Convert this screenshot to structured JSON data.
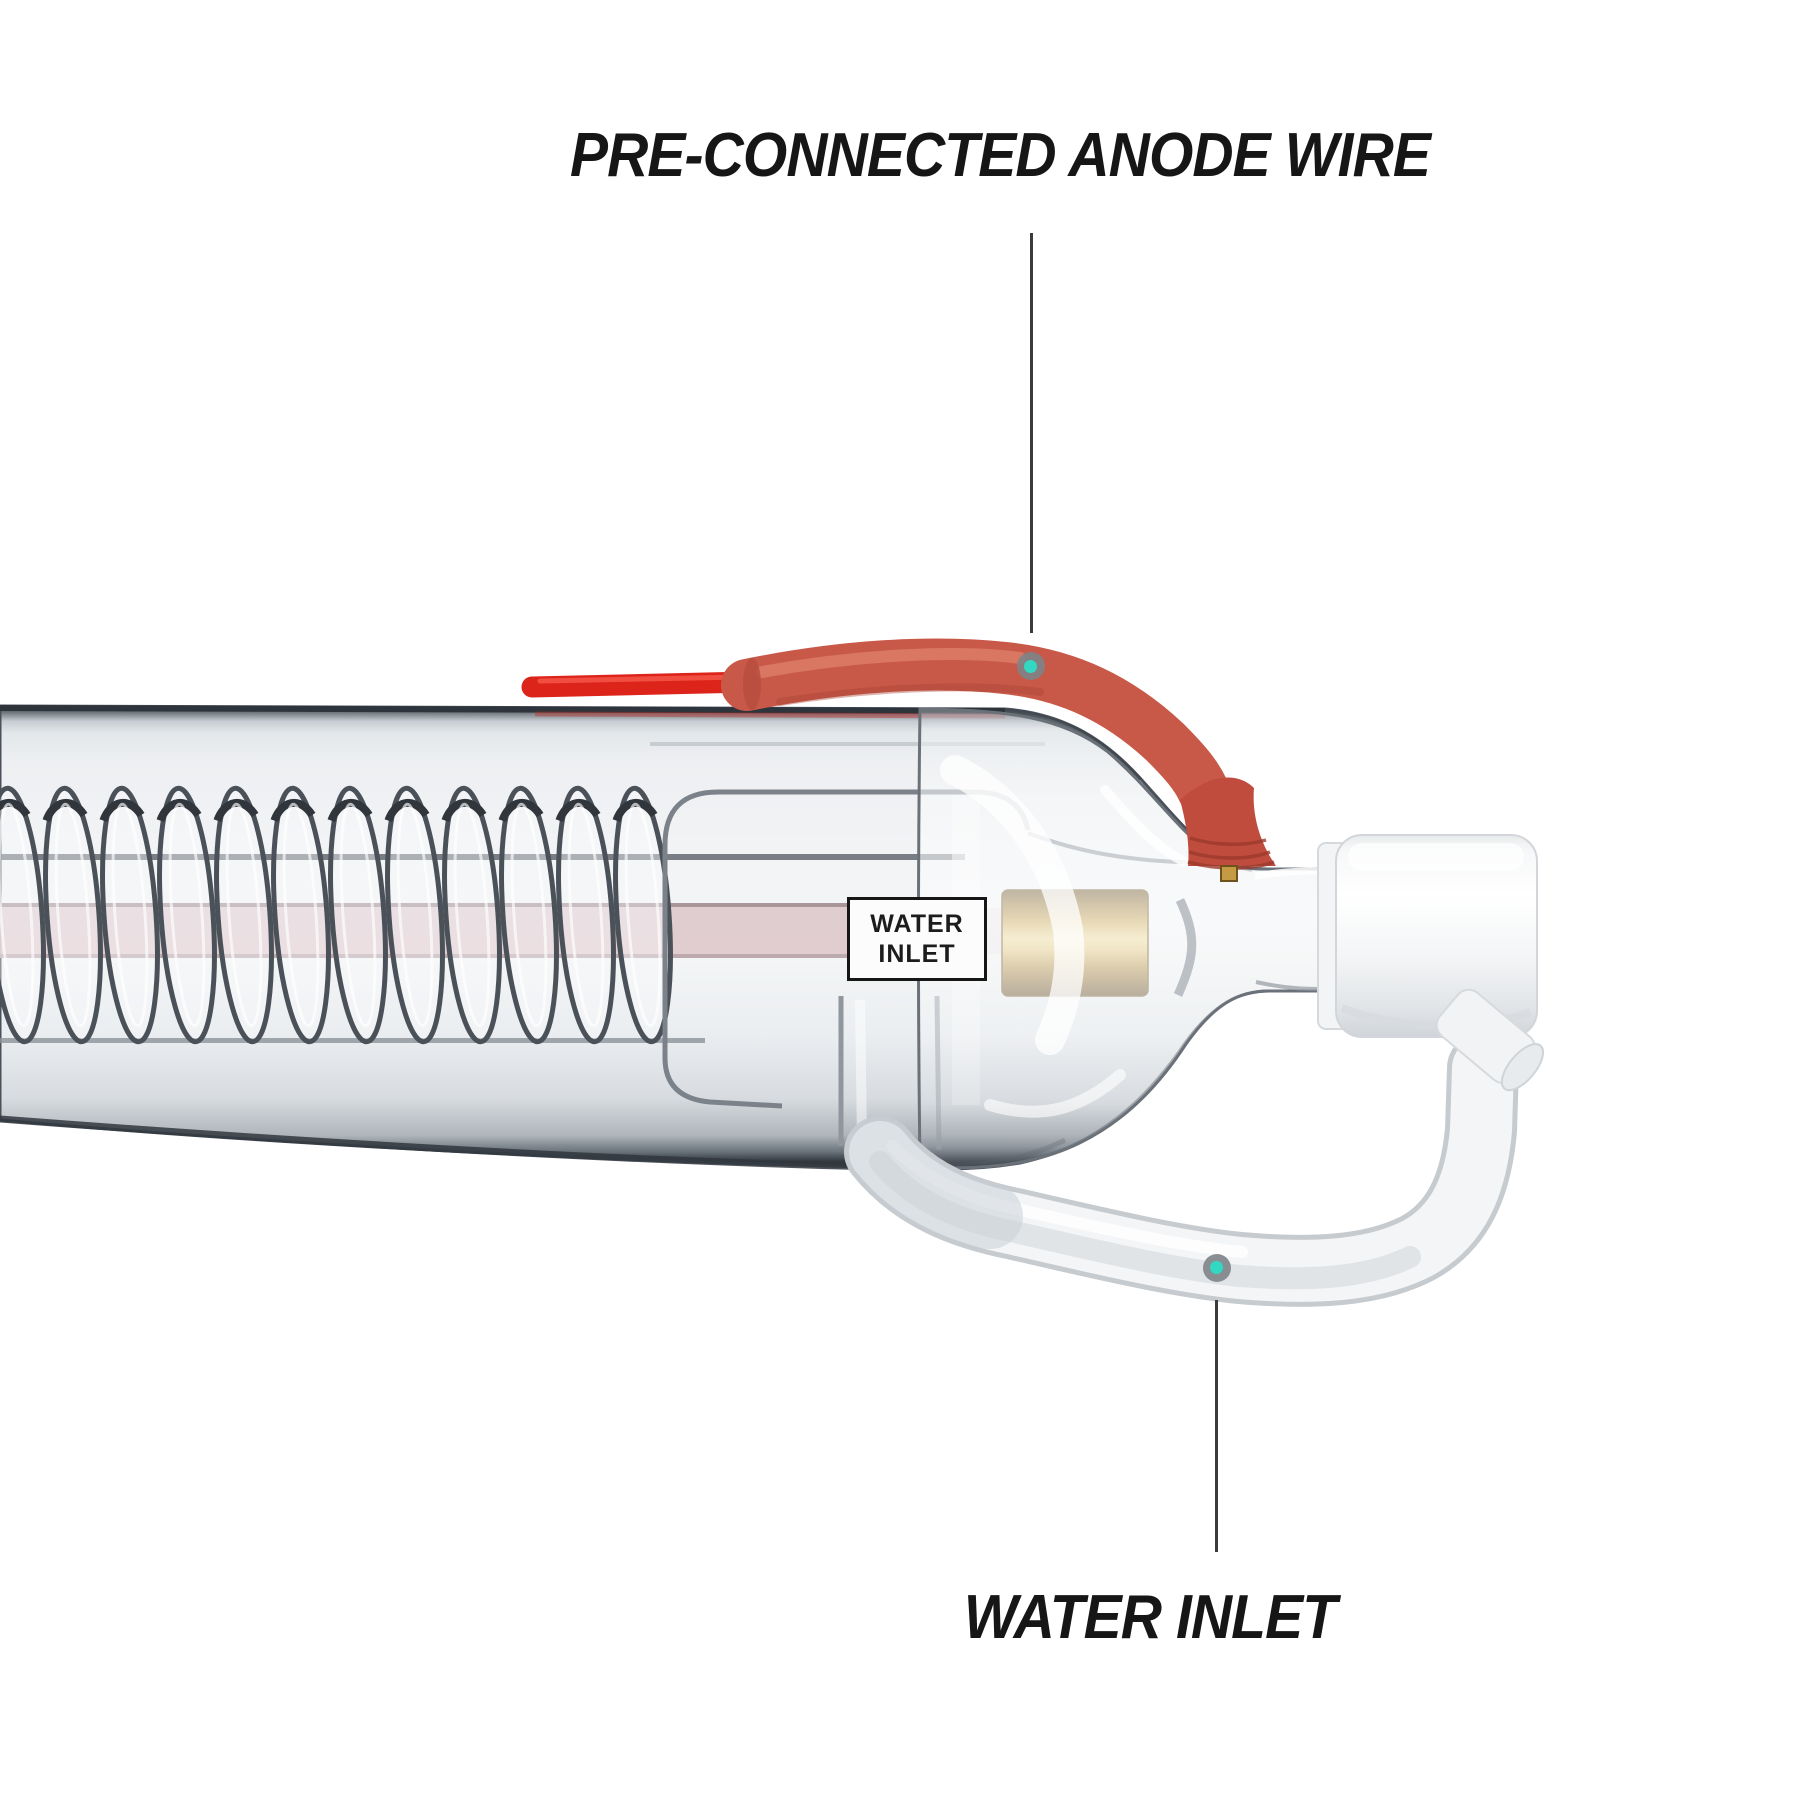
{
  "image": {
    "type": "annotated-product-photo",
    "subject": "CO2 laser tube end section",
    "background": "#ffffff"
  },
  "annotations": {
    "anode_wire": {
      "label": "PRE-CONNECTED ANODE WIRE",
      "marker_color": "#33d8c2"
    },
    "water_inlet": {
      "label": "WATER INLET",
      "marker_color": "#33d8c2"
    }
  },
  "tube_sticker": {
    "line1": "WATER",
    "line2": "INLET"
  },
  "colors": {
    "wire_red": "#dc241b",
    "sleeve_red": "#c85948",
    "brass_gold": "#c9a44e",
    "teal_marker": "#33d8c2",
    "leader_line": "#3b3b3b",
    "text": "#161616",
    "sticker_border": "#161616"
  }
}
